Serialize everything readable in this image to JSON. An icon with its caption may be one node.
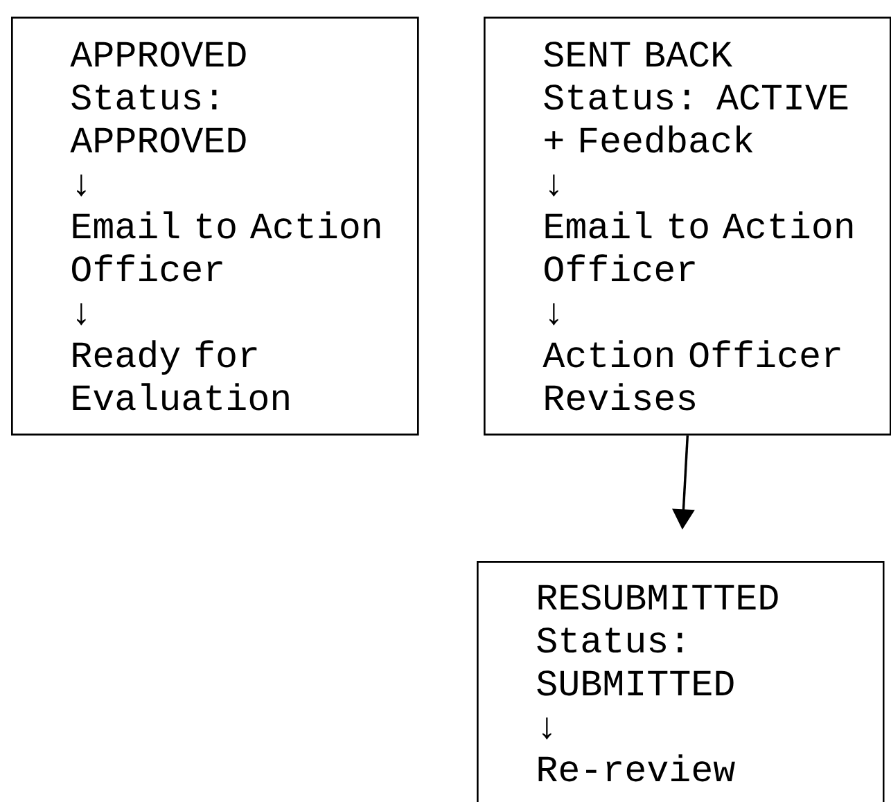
{
  "diagram": {
    "nodes": [
      {
        "text": [
          "APPROVED",
          "Status: APPROVED",
          "↓",
          "Email to Action Officer",
          "↓",
          "Ready for Evaluation"
        ]
      },
      {
        "text": [
          "SENT BACK",
          "Status: ACTIVE + Feedback",
          "↓",
          "Email to Action Officer",
          "↓",
          "Action Officer Revises"
        ]
      },
      {
        "text": [
          "RESUBMITTED",
          "Status: SUBMITTED",
          "↓",
          "Re-review"
        ]
      }
    ],
    "edges": [
      {
        "from": 1,
        "to": 2,
        "arrow": "to"
      }
    ]
  }
}
